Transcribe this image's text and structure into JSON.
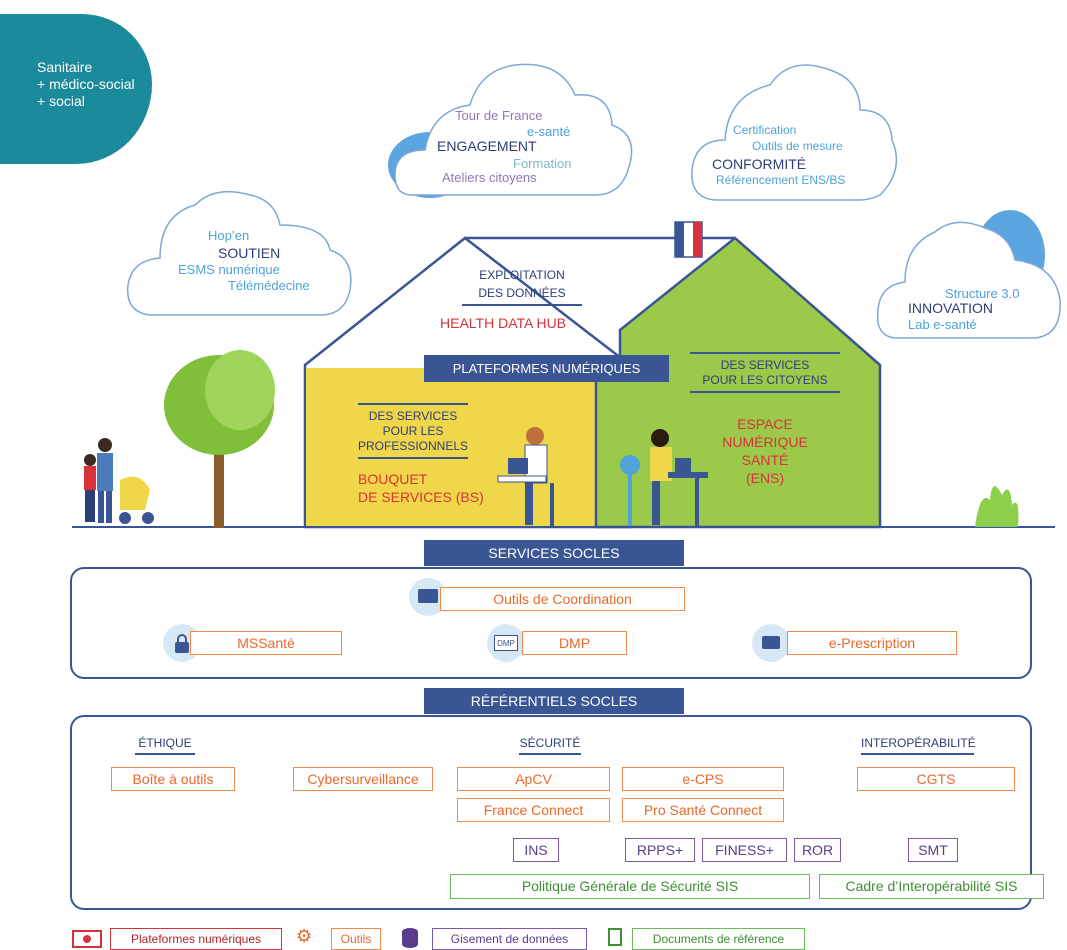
{
  "corner": {
    "line1": "Sanitaire",
    "line2": "+ médico-social",
    "line3": "+ social",
    "color": "#1b8a9a"
  },
  "clouds": {
    "engagement": {
      "a": "Tour de France",
      "b": "e-santé",
      "title": "ENGAGEMENT",
      "c": "Formation",
      "d": "Ateliers citoyens"
    },
    "conformite": {
      "a": "Certification",
      "b": "Outils de mesure",
      "title": "CONFORMITÉ",
      "c": "Référencement ENS/BS"
    },
    "soutien": {
      "a": "Hop’en",
      "title": "SOUTIEN",
      "b": "ESMS numérique",
      "c": "Télémédecine"
    },
    "innovation": {
      "a": "Structure 3.0",
      "title": "INNOVATION",
      "b": "Lab e-santé"
    }
  },
  "house": {
    "roof_text1": "EXPLOITATION",
    "roof_text2": "DES DONNÉES",
    "hub": "HEALTH DATA HUB",
    "platforms": "PLATEFORMES NUMÉRIQUES",
    "left": {
      "l1": "DES SERVICES",
      "l2": "POUR LES",
      "l3": "PROFESSIONNELS",
      "b1": "BOUQUET",
      "b2": "DE SERVICES (BS)"
    },
    "right": {
      "l1": "DES SERVICES",
      "l2": "POUR LES CITOYENS",
      "b1": "ESPACE",
      "b2": "NUMÉRIQUE",
      "b3": "SANTÉ",
      "b4": "(ENS)"
    },
    "yellow": "#f0d649",
    "green": "#9bca4a"
  },
  "services": {
    "title": "SERVICES SOCLES",
    "coordination": "Outils de Coordination",
    "mssante": "MSSanté",
    "dmp": "DMP",
    "dmp_icon_text": "DMP",
    "eprescription": "e-Prescription"
  },
  "referentiels": {
    "title": "RÉFÉRENTIELS SOCLES",
    "ethique": "ÉTHIQUE",
    "securite": "SÉCURITÉ",
    "interop": "INTEROPÉRABILITÉ",
    "boite": "Boîte à outils",
    "cyber": "Cybersurveillance",
    "apcv": "ApCV",
    "ecps": "e-CPS",
    "cgts": "CGTS",
    "franceconnect": "France Connect",
    "prosante": "Pro Santé Connect",
    "ins": "INS",
    "rpps": "RPPS+",
    "finess": "FINESS+",
    "ror": "ROR",
    "smt": "SMT",
    "pgssi": "Politique Générale de Sécurité SIS",
    "cadre": "Cadre d’Interopérabilité SIS"
  },
  "legend": {
    "plateformes": "Plateformes numériques",
    "outils": "Outils",
    "gisement": "Gisement de données",
    "documents": "Documents de référence"
  }
}
